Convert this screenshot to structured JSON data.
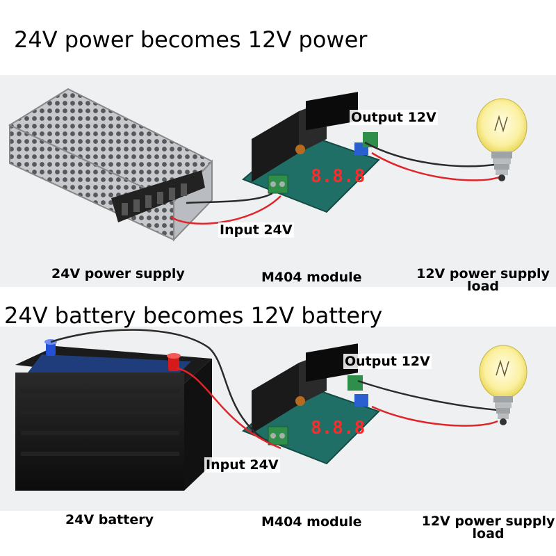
{
  "section1": {
    "title": "24V power becomes 12V power",
    "caption_left": "24V power supply",
    "caption_mid": "M404 module",
    "caption_right": "12V power supply load",
    "input_label": "Input 24V",
    "output_label": "Output 12V"
  },
  "section2": {
    "title": "24V battery becomes 12V battery",
    "caption_left": "24V battery",
    "caption_mid": "M404 module",
    "caption_right": "12V power supply load",
    "input_label": "Input 24V",
    "output_label": "Output 12V"
  },
  "colors": {
    "wire_red": "#e0242a",
    "wire_black": "#2b2b2b",
    "pcb_green": "#1f6f66",
    "heatsink": "#1a1a1a",
    "terminal_green": "#2f8f4a",
    "display_red": "#ff2a2a"
  }
}
